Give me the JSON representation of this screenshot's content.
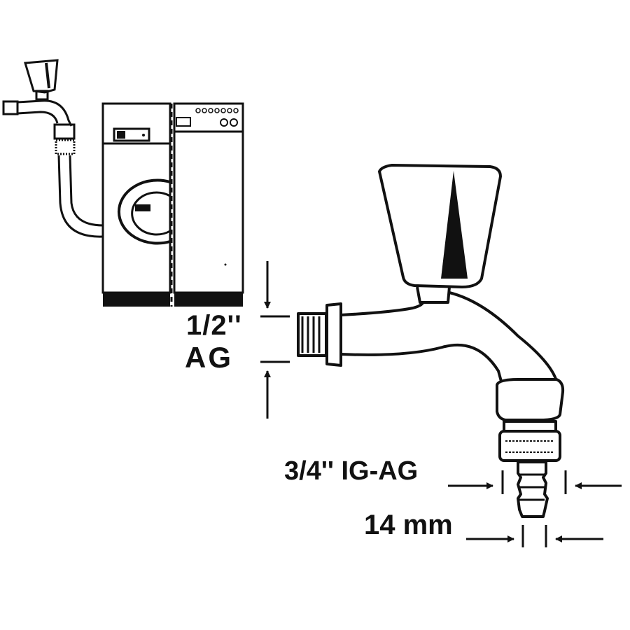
{
  "dimensions": {
    "inlet_size": "1/2''",
    "inlet_thread": "AG",
    "outlet_thread": "3/4'' IG-AG",
    "hose_size": "14 mm"
  },
  "icons": {
    "washing_machine": "washing-machine-icon",
    "small_tap": "tap-icon",
    "faucet": "faucet-icon",
    "arrow": "arrow-icon"
  },
  "colors": {
    "ink": "#111111",
    "paper": "#ffffff"
  }
}
